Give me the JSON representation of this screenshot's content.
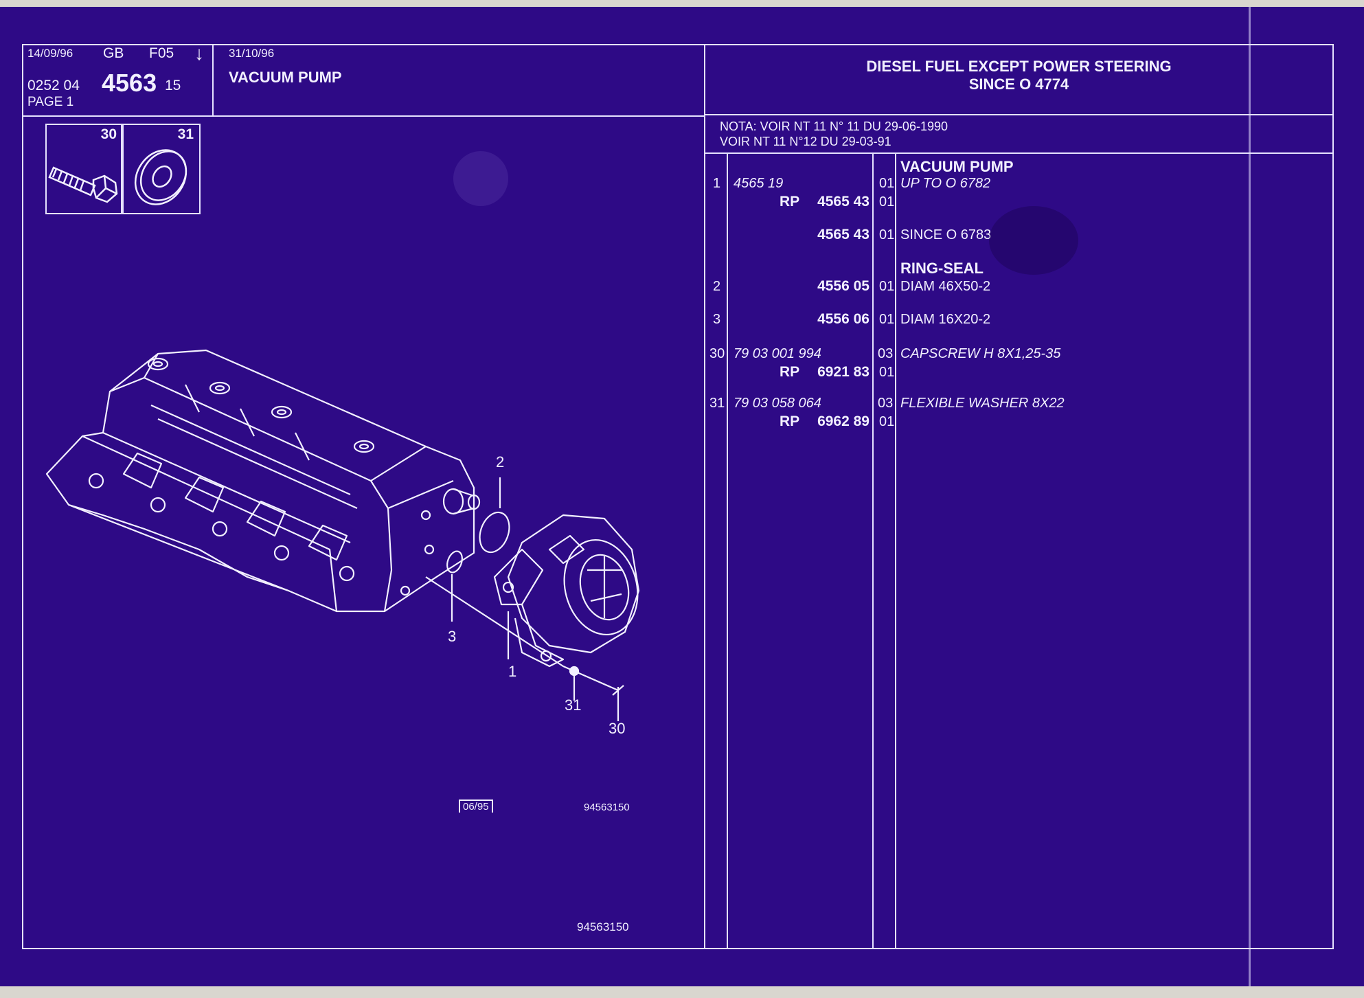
{
  "header": {
    "date_issue": "14/09/96",
    "lang": "GB",
    "sheet": "F05",
    "arrow": "↓",
    "ref_prefix": "0252 04",
    "ref_main": "4563",
    "ref_suffix": "15",
    "page": "PAGE 1",
    "date_update": "31/10/96",
    "title": "VACUUM PUMP",
    "application_line1": "DIESEL FUEL EXCEPT  POWER STEERING",
    "application_line2": "SINCE  O   4774"
  },
  "nota": {
    "line1": "NOTA: VOIR NT 11 N° 11 DU 29-06-1990",
    "line2": "VOIR NT 11 N°12 DU 29-03-91"
  },
  "thumbnails": [
    {
      "label": "30",
      "icon": "capscrew-icon"
    },
    {
      "label": "31",
      "icon": "washer-icon"
    }
  ],
  "parts": {
    "group1_title": "VACUUM PUMP",
    "row1_item": "1",
    "row1_ref": "4565 19",
    "row1_qty": "01",
    "row1_desc": "UP  TO  O  6782",
    "row1_rp_prefix": "RP",
    "row1_rp": "4565 43",
    "row1_rp_qty": "01",
    "row1b_ref": "4565 43",
    "row1b_qty": "01",
    "row1b_desc": "SINCE  O  6783",
    "group2_title": "RING-SEAL",
    "row2_item": "2",
    "row2_ref": "4556 05",
    "row2_qty": "01",
    "row2_desc": "DIAM 46X50-2",
    "row3_item": "3",
    "row3_ref": "4556 06",
    "row3_qty": "01",
    "row3_desc": "DIAM 16X20-2",
    "row30_item": "30",
    "row30_ref": "79 03 001 994",
    "row30_qty": "03",
    "row30_desc": "CAPSCREW H 8X1,25-35",
    "row30_rp_prefix": "RP",
    "row30_rp": "6921 83",
    "row30_rp_qty": "01",
    "row31_item": "31",
    "row31_ref": "79 03 058 064",
    "row31_qty": "03",
    "row31_desc": "FLEXIBLE WASHER 8X22",
    "row31_rp_prefix": "RP",
    "row31_rp": "6962 89",
    "row31_rp_qty": "01"
  },
  "drawing": {
    "callout_2": "2",
    "callout_3": "3",
    "callout_1": "1",
    "callout_31": "31",
    "callout_30": "30",
    "date_box": "06/95",
    "drawing_ref": "94563150"
  },
  "footer": {
    "sheet_ref": "94563150"
  },
  "colors": {
    "background": "#2e0a86",
    "lines": "#e6e2ff",
    "text": "#f2f0ff"
  }
}
